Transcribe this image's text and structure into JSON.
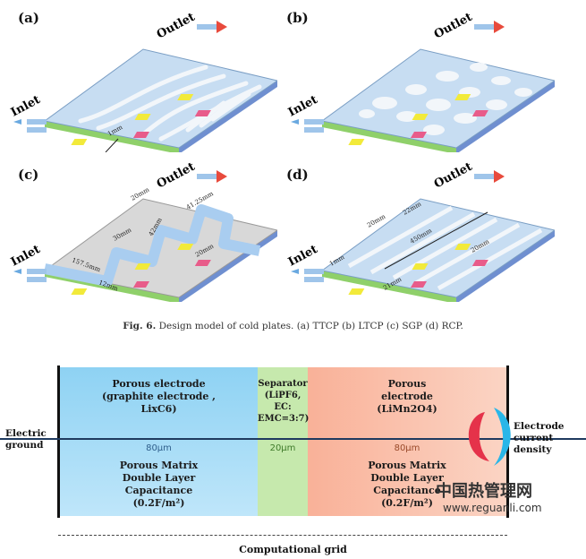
{
  "panels": [
    {
      "id": "a",
      "label": "(a)",
      "inlet": "Inlet",
      "outlet": "Outlet",
      "dims": [
        "1mm"
      ]
    },
    {
      "id": "b",
      "label": "(b)",
      "inlet": "Inlet",
      "outlet": "Outlet",
      "dims": []
    },
    {
      "id": "c",
      "label": "(c)",
      "inlet": "Inlet",
      "outlet": "Outlet",
      "dims": [
        "20mm",
        "41.25mm",
        "30mm",
        "42mm",
        "157.5mm",
        "12mm",
        "20mm"
      ]
    },
    {
      "id": "d",
      "label": "(d)",
      "inlet": "Inlet",
      "outlet": "Outlet",
      "dims": [
        "20mm",
        "22mm",
        "450mm",
        "1mm",
        "21mm",
        "20mm"
      ]
    }
  ],
  "caption": {
    "prefix": "Fig. 6.",
    "text": " Design model of cold plates. (a) TTCP (b) LTCP (c) SGP (d) RCP."
  },
  "cell": {
    "left_label_line1": "Electric",
    "left_label_line2": "ground",
    "right_label_line1": "Electrode",
    "right_label_line2": "current",
    "right_label_line3": "density",
    "grid_label": "Computational grid",
    "colors": {
      "anode": "#6fc6ee",
      "separator": "#c2e7a8",
      "cathode": "#f7a68a",
      "line": "#1f3a5f"
    },
    "regions": [
      {
        "id": "anode",
        "top1": "Porous electrode",
        "top2": "(graphite electrode ,",
        "top3": "LixC6)",
        "thickness": "80μm",
        "bot1": "Porous Matrix",
        "bot2": "Double Layer",
        "bot3": "Capacitance",
        "bot4": "(0.2F/m²)"
      },
      {
        "id": "separator",
        "top1": "Separator",
        "top2": "(LiPF6,",
        "top3": "EC:",
        "top4": "EMC=3:7)",
        "thickness": "20μm"
      },
      {
        "id": "cathode",
        "top1": "Porous",
        "top2": "electrode",
        "top3": "(LiMn2O4)",
        "thickness": "80μm",
        "bot1": "Porous Matrix",
        "bot2": "Double Layer",
        "bot3": "Capacitance",
        "bot4": "(0.2F/m²)"
      }
    ]
  },
  "watermark": {
    "title": "中国热管理网",
    "url": "www.reguanli.com"
  }
}
